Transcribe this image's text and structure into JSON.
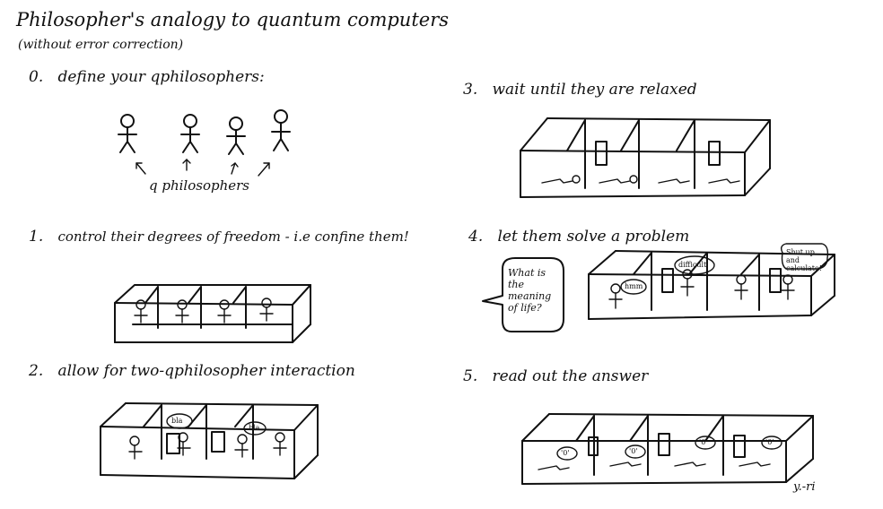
{
  "title": "Philosopher's analogy to quantum computers",
  "subtitle": "(without error correction)",
  "steps": [
    {
      "number": "0.",
      "text": "define your qphilosophers:"
    },
    {
      "number": "1.",
      "text": "control their degrees of freedom - i.e confine them!"
    },
    {
      "number": "2.",
      "text": "allow for two-qphilosopher interaction"
    },
    {
      "number": "3.",
      "text": "wait until they are relaxed"
    },
    {
      "number": "4.",
      "text": "let them solve a problem"
    },
    {
      "number": "5.",
      "text": "read out the answer"
    }
  ],
  "labels": {
    "q_philosophers": "q philosophers",
    "bla_1": "bla",
    "bla_2": "bla",
    "question": "What is the meaning of life?",
    "hmm": "hmm",
    "difficult": "difficult",
    "shut_up": "Shut up and calculate!",
    "answer_0": "'0'",
    "signature": "y.-ri"
  }
}
